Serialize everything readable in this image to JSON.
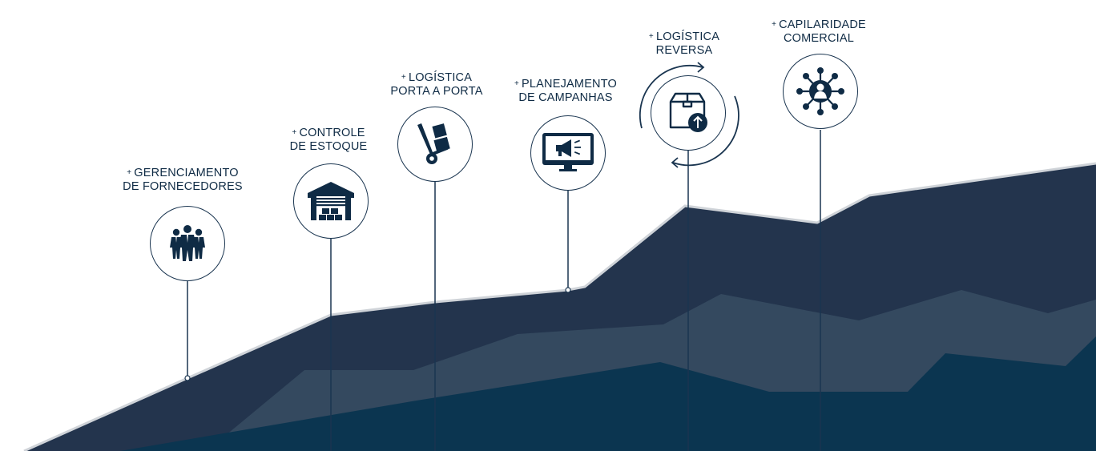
{
  "colors": {
    "dark_band": "#23344d",
    "mid_band": "#34495f",
    "deep_band": "#0b3550",
    "line": "#1a3550",
    "ridge": "#cfd3d8"
  },
  "milestones": [
    {
      "id": "fornecedores",
      "line1": "GERENCIAMENTO",
      "line2": "DE FORNECEDORES",
      "icon": "people-group-icon"
    },
    {
      "id": "estoque",
      "line1": "CONTROLE",
      "line2": "DE ESTOQUE",
      "icon": "warehouse-icon"
    },
    {
      "id": "porta",
      "line1": "LOGÍSTICA",
      "line2": "PORTA A PORTA",
      "icon": "hand-truck-icon"
    },
    {
      "id": "campanhas",
      "line1": "PLANEJAMENTO",
      "line2": "DE CAMPANHAS",
      "icon": "megaphone-monitor-icon"
    },
    {
      "id": "reversa",
      "line1": "LOGÍSTICA",
      "line2": "REVERSA",
      "icon": "return-box-icon"
    },
    {
      "id": "capilaridade",
      "line1": "CAPILARIDADE",
      "line2": "COMERCIAL",
      "icon": "network-person-icon"
    }
  ]
}
